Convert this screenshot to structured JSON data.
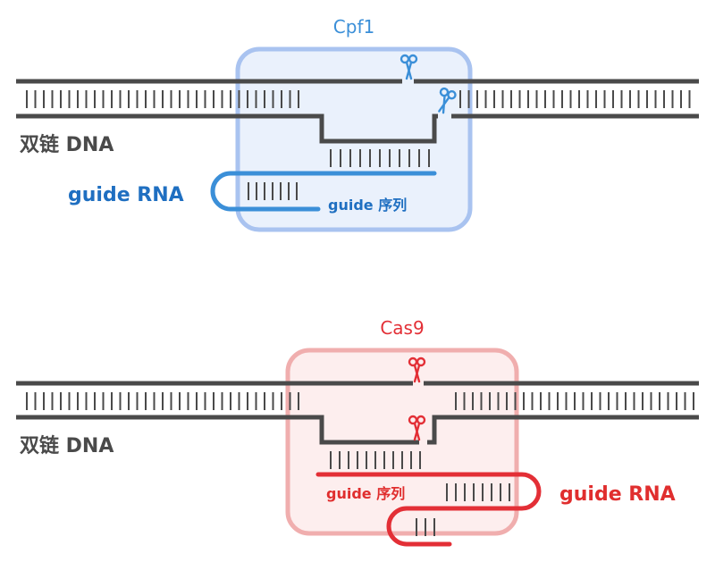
{
  "colors": {
    "dna": "#4a4a4a",
    "cpf1_box_stroke": "#a9c3f0",
    "cpf1_box_fill": "#eaf1fc",
    "cpf1_accent": "#3b8fd8",
    "cpf1_text": "#1f6fc1",
    "cas9_box_stroke": "#f0aeae",
    "cas9_box_fill": "#fdeeee",
    "cas9_accent": "#e32f36",
    "cas9_text": "#e02e2e"
  },
  "cpf1_panel": {
    "enzyme_label": "Cpf1",
    "dna_label": "双链 DNA",
    "guide_rna_label": "guide RNA",
    "guide_seq_label": "guide 序列",
    "cut_icons": [
      "scissors-icon",
      "scissors-icon"
    ]
  },
  "cas9_panel": {
    "enzyme_label": "Cas9",
    "dna_label": "双链 DNA",
    "guide_rna_label": "guide RNA",
    "guide_seq_label": "guide 序列",
    "cut_icons": [
      "scissors-icon",
      "scissors-icon"
    ]
  }
}
